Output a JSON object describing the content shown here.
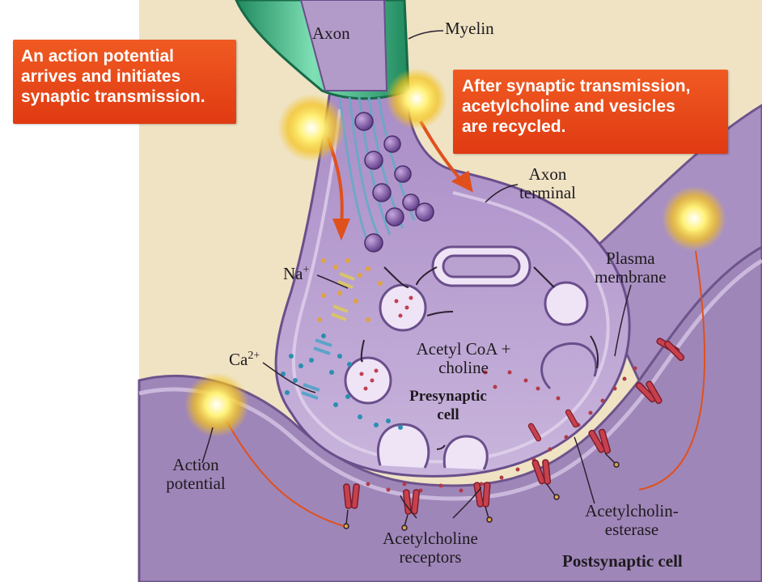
{
  "callouts": {
    "left": [
      "An action potential",
      "arrives and initiates",
      "synaptic transmission."
    ],
    "right": [
      "After synaptic transmission,",
      "acetylcholine and vesicles",
      "are recycled."
    ]
  },
  "labels": {
    "axon": "Axon",
    "myelin": "Myelin",
    "axon_terminal": [
      "Axon",
      "terminal"
    ],
    "plasma_membrane": [
      "Plasma",
      "membrane"
    ],
    "na": {
      "base": "Na",
      "sup": "+"
    },
    "ca": {
      "base": "Ca",
      "sup": "2+"
    },
    "acetyl_coa": [
      "Acetyl  CoA +",
      "choline"
    ],
    "presynaptic_cell": [
      "Presynaptic",
      "cell"
    ],
    "action_potential": [
      "Action",
      "potential"
    ],
    "acetylcholine_receptors": [
      "Acetylcholine",
      "receptors"
    ],
    "acetylcholinesterase": [
      "Acetylcholin-",
      "esterase"
    ],
    "postsynaptic_cell": "Postsynaptic cell"
  },
  "colors": {
    "background_tan": "#efe3c4",
    "postsynaptic_purple": "#9f86b8",
    "presynaptic_purple": "#b9a2cf",
    "myelin_green": "#3fae82",
    "callout_orange": "#e8461a",
    "vesicle_purple": "#7a4f9d",
    "receptor_red": "#c8404e",
    "arrow_orange": "#e0501d",
    "calcium_blue": "#2a8fb0",
    "acetylcholine_red": "#b23a48"
  }
}
